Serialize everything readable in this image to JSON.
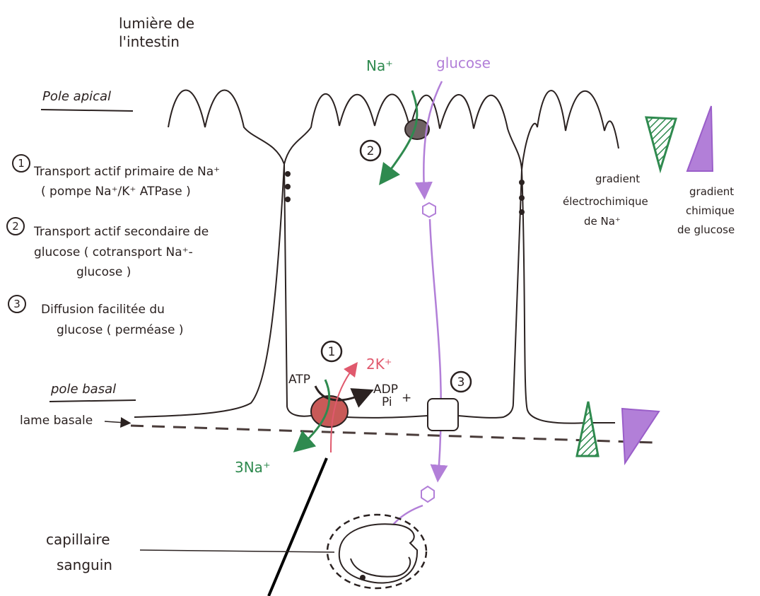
{
  "labels": {
    "lumen_1": "lumière de",
    "lumen_2": "l'intestin",
    "pole_apical": "Pole apical",
    "pole_basal": "pole basal",
    "lame_basale": "lame basale",
    "capillaire_1": "capillaire",
    "capillaire_2": "sanguin"
  },
  "legend": [
    {
      "number": "1",
      "lines": [
        "Transport actif primaire de Na⁺",
        "( pompe Na⁺/K⁺ ATPase )"
      ]
    },
    {
      "number": "2",
      "lines": [
        "Transport actif secondaire de",
        "glucose ( cotransport Na⁺-",
        "glucose )"
      ]
    },
    {
      "number": "3",
      "lines": [
        "Diffusion facilitée du",
        "glucose ( perméase )"
      ]
    }
  ],
  "molecules": {
    "na_top": "Na⁺",
    "glucose_top": "glucose",
    "atp": "ATP",
    "k": "2K⁺",
    "adp": "ADP",
    "pi": "Pi",
    "plus": "+",
    "na_bottom": "3Na⁺"
  },
  "markers": {
    "one": "1",
    "two": "2",
    "three": "3"
  },
  "gradients": {
    "na_1": "gradient",
    "na_2": "électrochimique",
    "na_3": "de Na⁺",
    "glu_1": "gradient",
    "glu_2": "chimique",
    "glu_3": "de glucose"
  },
  "colors": {
    "ink": "#2b2221",
    "sodium": "#2f8a4f",
    "glucose": "#b27fd8",
    "potassium": "#e0596d",
    "pump": "#c85a58"
  }
}
